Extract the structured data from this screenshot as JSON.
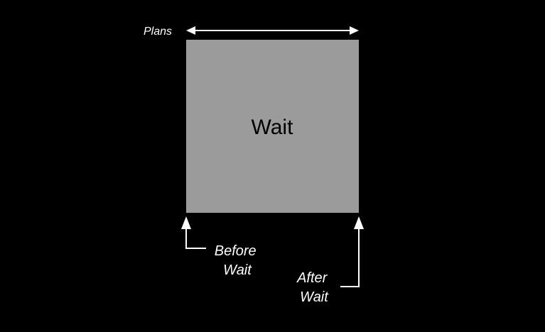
{
  "diagram": {
    "plans_label": "Plans",
    "box_label": "Wait",
    "before_label": {
      "line1": "Before",
      "line2": "Wait"
    },
    "after_label": {
      "line1": "After",
      "line2": "Wait"
    }
  },
  "colors": {
    "background": "#000000",
    "box_fill": "#9b9b9b",
    "box_text": "#000000",
    "lines": "#ffffff",
    "labels": "#ffffff"
  }
}
